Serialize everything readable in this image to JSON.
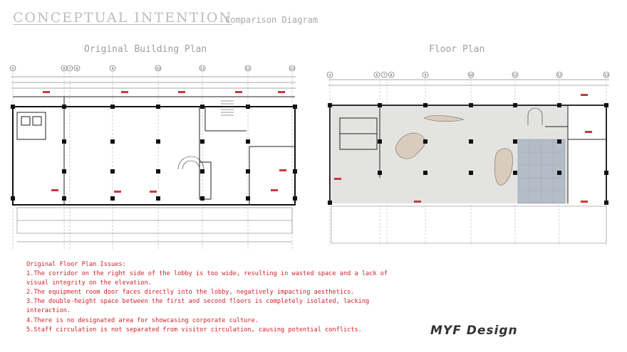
{
  "header": {
    "title": "CONCEPTUAL INTENTION",
    "subtitle": "Comparison Diagram"
  },
  "left_panel": {
    "title": "Original Building Plan",
    "column_markers": [
      "4",
      "6",
      "7",
      "8",
      "9",
      "10",
      "11",
      "12",
      "13"
    ]
  },
  "right_panel": {
    "title": "Floor Plan",
    "column_markers": [
      "4",
      "6",
      "7",
      "8",
      "9",
      "10",
      "11",
      "12",
      "13"
    ]
  },
  "issues": {
    "heading": "Original Floor Plan Issues:",
    "items": [
      "1.The corridor on the right side of the lobby is too wide, resulting in wasted space and a lack of visual integrity on the elevation.",
      "2.The equipment room door faces directly into the lobby, negatively impacting aesthetics.",
      "3.The double-height space between the first and second floors is completely isolated, lacking interaction.",
      "4.There is no designated area for showcasing corporate culture.",
      "5.Staff circulation is not separated from visitor circulation, causing potential conflicts."
    ]
  },
  "brand": "MYF Design",
  "colors": {
    "issue_text": "#d0212a",
    "header_text": "#bdbdbd",
    "floor_fill": "#e3e3e1",
    "glass_fill": "#b4bcc6"
  }
}
